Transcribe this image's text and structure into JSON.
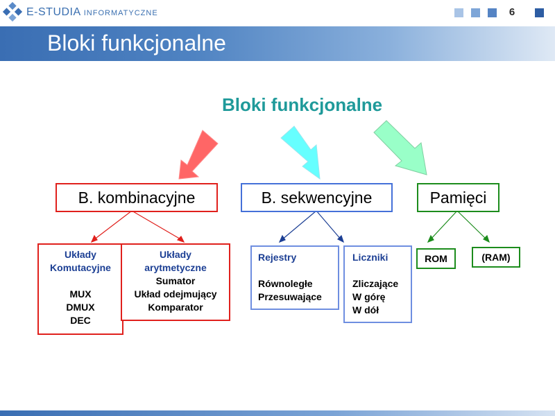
{
  "header": {
    "brand_main": "E-STUDIA",
    "brand_small": "INFORMATYCZNE",
    "page_number": "6",
    "title": "Bloki funkcjonalne"
  },
  "diagram": {
    "heading": "Bloki funkcjonalne",
    "categories": [
      {
        "label": "B. kombinacyjne",
        "color": "#e0201c",
        "children": [
          {
            "title": [
              "Układy",
              "Komutacyjne"
            ],
            "items": [
              "MUX",
              "DMUX",
              "DEC"
            ]
          },
          {
            "title": [
              "Układy",
              "arytmetyczne"
            ],
            "items": [
              "Sumator",
              "Układ odejmujący",
              "Komparator"
            ]
          }
        ]
      },
      {
        "label": "B. sekwencyjne",
        "color": "#4470d8",
        "children": [
          {
            "title": [
              "Rejestry"
            ],
            "items": [
              "Równoległe",
              "Przesuwające"
            ]
          },
          {
            "title": [
              "Liczniki"
            ],
            "items": [
              "Zliczające",
              "W górę",
              "W dół"
            ]
          }
        ]
      },
      {
        "label": "Pamięci",
        "color": "#1c8c1c",
        "children": [
          {
            "title": [],
            "items": [
              "ROM"
            ]
          },
          {
            "title": [],
            "items": [
              "(RAM)"
            ]
          }
        ]
      }
    ],
    "arrow_colors": [
      "#ff6666",
      "#66ffff",
      "#99ffc8"
    ]
  },
  "colors": {
    "title_bar": "#3a6eb3",
    "heading": "#1f9a9a",
    "sub_title_text": "#1c3f94"
  }
}
